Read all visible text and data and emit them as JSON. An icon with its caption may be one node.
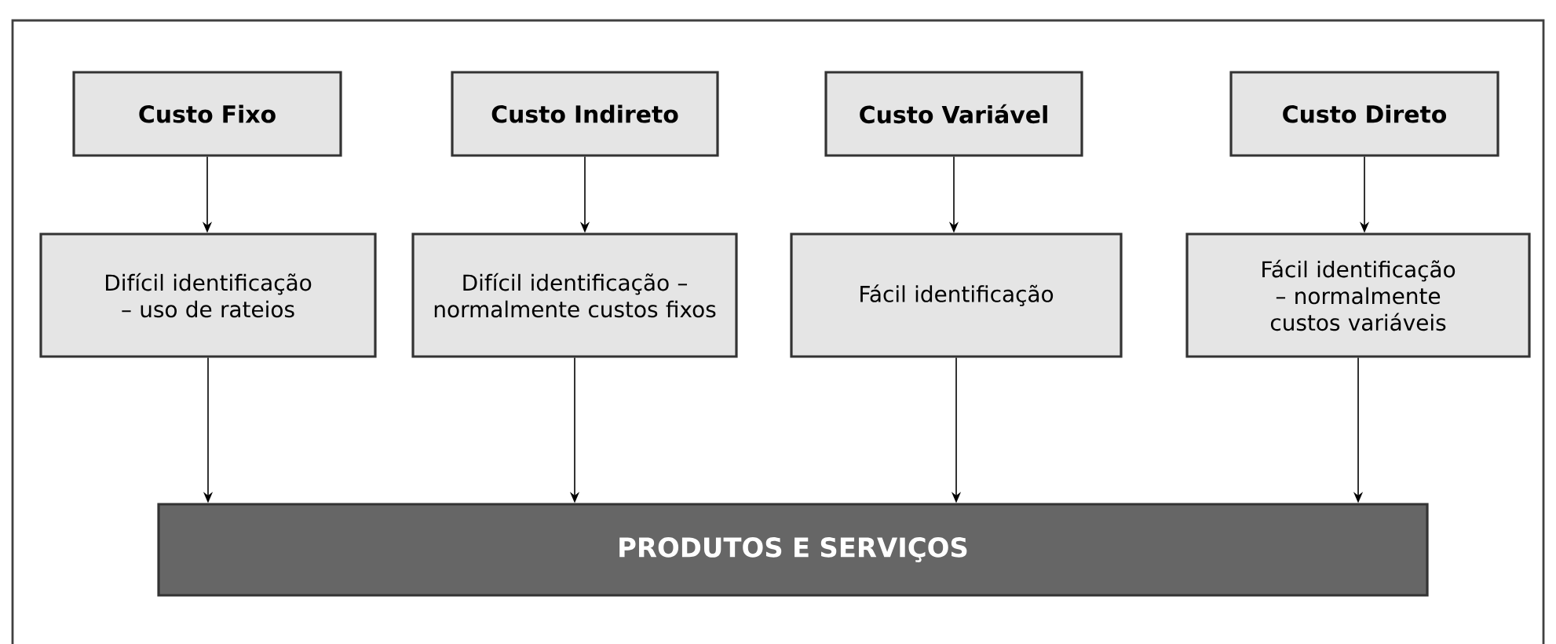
{
  "diagram": {
    "nodes": [
      {
        "text": [
          "Custo Fixo"
        ]
      },
      {
        "text": [
          "Custo Indireto"
        ]
      },
      {
        "text": [
          "Custo Variável"
        ]
      },
      {
        "text": [
          "Custo Direto"
        ]
      },
      {
        "text": [
          "Difícil identificação – uso de rateios"
        ]
      },
      {
        "text": [
          "Difícil identificação – normalmente custos fixos"
        ]
      },
      {
        "text": [
          "Fácil identificação"
        ]
      },
      {
        "text": [
          "Fácil identificação – normalmente custos variáveis"
        ]
      },
      {
        "text": [
          "PRODUTOS E SERVIÇOS"
        ]
      }
    ],
    "edges": [
      {
        "from": 0,
        "to": 4,
        "arrow": "to"
      },
      {
        "from": 1,
        "to": 5,
        "arrow": "to"
      },
      {
        "from": 2,
        "to": 6,
        "arrow": "to"
      },
      {
        "from": 3,
        "to": 7,
        "arrow": "to"
      },
      {
        "from": 4,
        "to": 8,
        "arrow": "to"
      },
      {
        "from": 5,
        "to": 8,
        "arrow": "to"
      },
      {
        "from": 6,
        "to": 8,
        "arrow": "to"
      },
      {
        "from": 7,
        "to": 8,
        "arrow": "to"
      }
    ]
  }
}
